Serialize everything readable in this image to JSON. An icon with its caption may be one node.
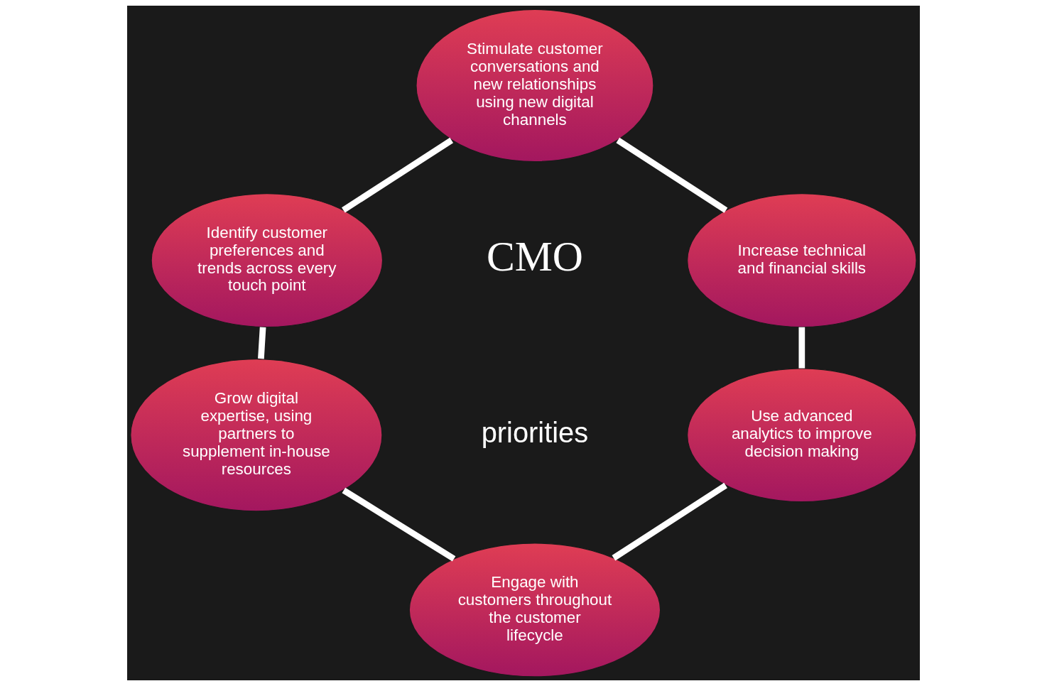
{
  "diagram": {
    "nodes": [
      {
        "text": [
          "Stimulate customer conversations and new relationships using new digital channels"
        ]
      },
      {
        "text": [
          "Identify customer preferences and trends across every touch point"
        ]
      },
      {
        "text": [
          "Increase technical and financial skills"
        ]
      },
      {
        "text": [
          "Grow digital expertise, using partners to supplement in-house resources"
        ]
      },
      {
        "text": [
          "Use advanced analytics to improve decision making"
        ]
      },
      {
        "text": [
          "Engage with customers throughout the customer lifecycle"
        ]
      }
    ],
    "edges": [
      {
        "from": 0,
        "to": 2,
        "arrow": "none"
      },
      {
        "from": 2,
        "to": 4,
        "arrow": "none"
      },
      {
        "from": 4,
        "to": 5,
        "arrow": "none"
      },
      {
        "from": 5,
        "to": 3,
        "arrow": "none"
      },
      {
        "from": 3,
        "to": 1,
        "arrow": "none"
      },
      {
        "from": 1,
        "to": 0,
        "arrow": "none"
      }
    ],
    "labels": [
      "CMO",
      "priorities"
    ]
  }
}
